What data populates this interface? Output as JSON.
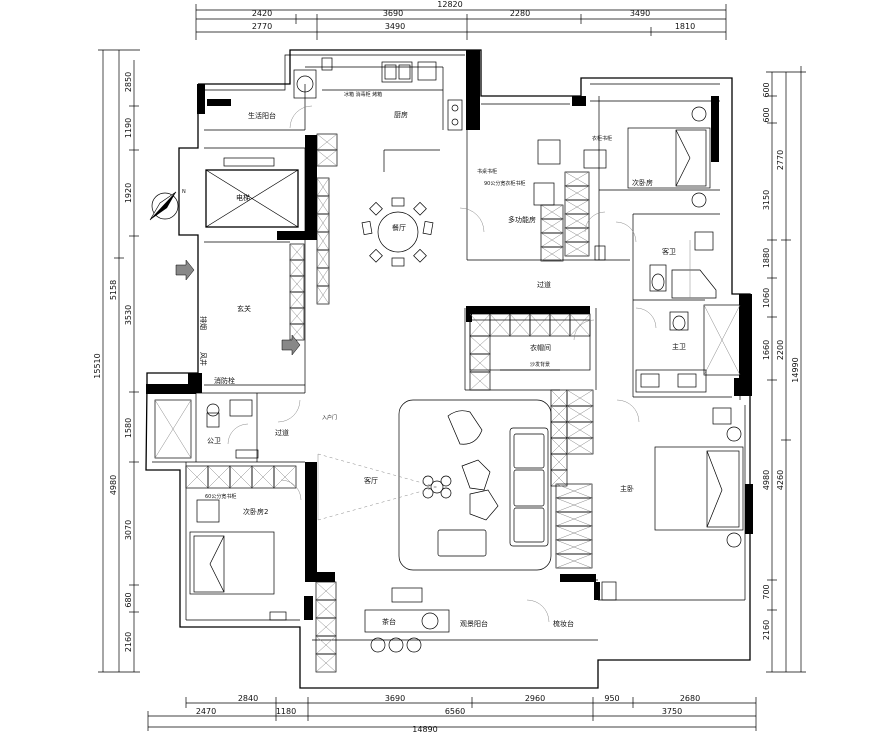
{
  "dimensions": {
    "top_overall": "12820",
    "top_row1": [
      "2420",
      "3690",
      "2280",
      "3490"
    ],
    "top_row2": [
      "2770",
      "3490",
      "1810"
    ],
    "bottom_row1": [
      "2840",
      "3690",
      "2960",
      "950",
      "2680"
    ],
    "bottom_row2": [
      "2470",
      "1180",
      "6560",
      "3750"
    ],
    "bottom_overall": "14890",
    "left_inner": [
      "2850",
      "1190",
      "1920",
      "3530",
      "1580",
      "3070",
      "680",
      "2160"
    ],
    "left_middle": [
      "5158",
      "4980"
    ],
    "left_overall": "15510",
    "right_inner": [
      "600",
      "600",
      "3150",
      "1880",
      "1060",
      "1660",
      "4980",
      "700",
      "2160"
    ],
    "right_middle": [
      "2770",
      "2200",
      "4260"
    ],
    "right_overall": "14990"
  },
  "rooms": {
    "life_balcony": "生活阳台",
    "kitchen": "厨房",
    "elevator": "电梯",
    "restaurant": "餐厅",
    "multi_room": "多功能房",
    "second_bedroom": "次卧房",
    "secondary_bath": "客卫",
    "corridor_top": "过道",
    "entrance": "玄关",
    "exhaust": "排烟",
    "vent": "风井",
    "fire_hydrant": "消防栓",
    "public_bath": "公卫",
    "corridor_left": "过道",
    "cloakroom": "衣帽间",
    "master_bath": "主卫",
    "living_room": "客厅",
    "second_bedroom_2": "次卧房2",
    "master_bedroom": "主卧",
    "tea_table": "茶台",
    "viewing_balcony": "观景阳台",
    "dressing": "梳妆台"
  },
  "annotations": {
    "kitchen_note": "冰箱 消毒柜 烤箱",
    "closet_note": "衣柜书柜",
    "desk_note": "书桌书柜",
    "wardrobe_note": "90公分宽衣柜书柜",
    "sofa_back": "沙发背景",
    "bedroom2_note": "60公分宽书柜",
    "door_note": "入户门"
  }
}
